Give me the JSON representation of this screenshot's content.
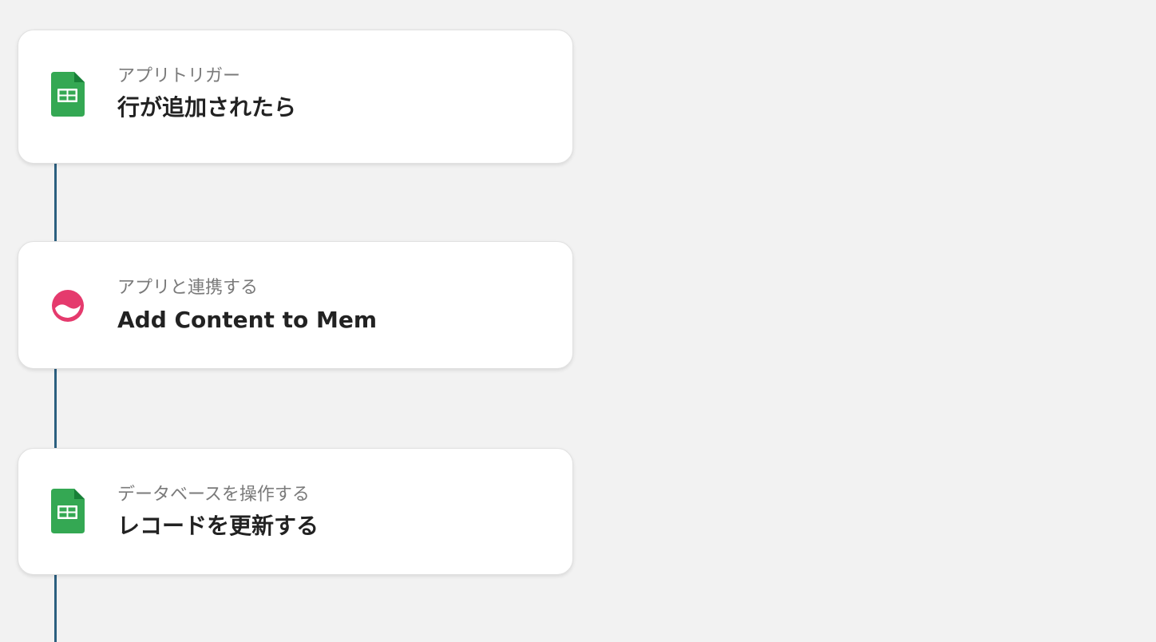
{
  "steps": [
    {
      "type_label": "アプリトリガー",
      "title": "行が追加されたら",
      "icon": "google-sheets-icon"
    },
    {
      "type_label": "アプリと連携する",
      "title": "Add Content to Mem",
      "icon": "mem-icon"
    },
    {
      "type_label": "データベースを操作する",
      "title": "レコードを更新する",
      "icon": "google-sheets-icon"
    }
  ],
  "colors": {
    "background": "#f2f2f2",
    "connector": "#2b5f7f",
    "sheets_green": "#34a853",
    "mem_pink": "#e53a6d"
  }
}
